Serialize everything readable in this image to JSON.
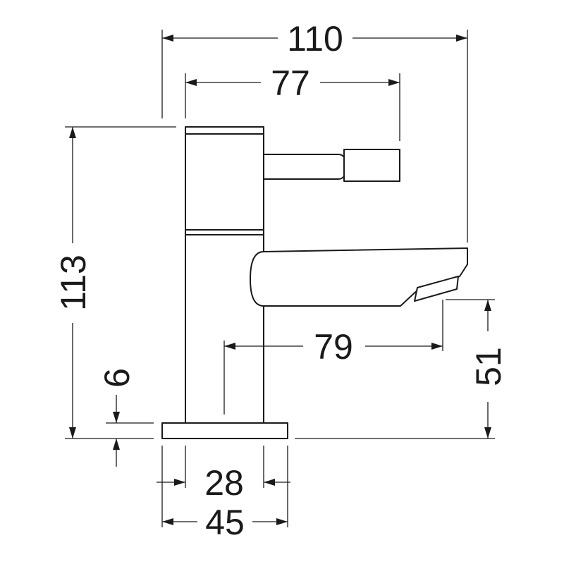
{
  "dimensions": {
    "overall_width": "110",
    "handle_reach": "77",
    "overall_height": "113",
    "base_thickness": "6",
    "spout_projection": "79",
    "spout_height": "51",
    "body_diameter": "28",
    "base_diameter": "45"
  }
}
